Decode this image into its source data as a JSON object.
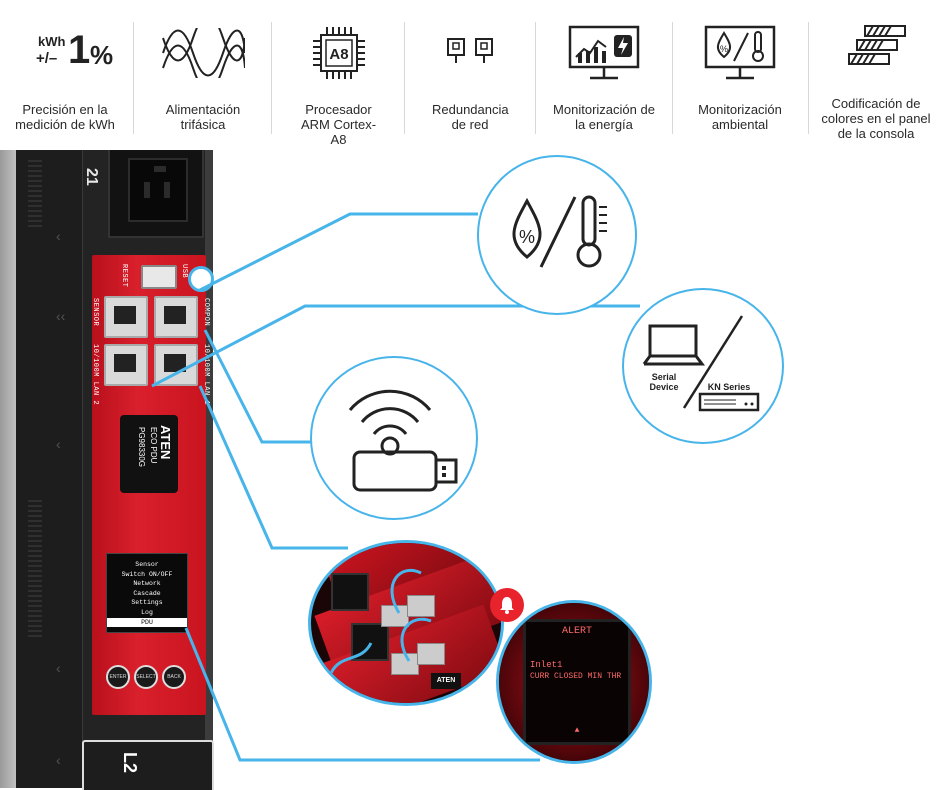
{
  "features": [
    {
      "icon": "kwh-accuracy-icon",
      "badge_top": "kWh",
      "badge_bottom": "+/–",
      "big": "1",
      "pct": "%",
      "label": "Precisión en la medición de kWh"
    },
    {
      "icon": "three-phase-icon",
      "label": "Alimentación trifásica"
    },
    {
      "icon": "cpu-chip-icon",
      "chip_text": "A8",
      "label": "Procesador ARM Cortex-A8"
    },
    {
      "icon": "network-redundancy-icon",
      "label": "Redundancia de red"
    },
    {
      "icon": "energy-monitor-icon",
      "label": "Monitorización de la energía"
    },
    {
      "icon": "environment-monitor-icon",
      "label": "Monitorización ambiental"
    },
    {
      "icon": "color-coding-icon",
      "label": "Codificación de colores en el panel de la consola"
    }
  ],
  "pdu": {
    "outlet_number": "21",
    "bank_label": "L2",
    "reset_label": "RESET",
    "usb_label": "USB",
    "sensor_label": "SENSOR",
    "lan2_label": "10/100M LAN 2",
    "lan1_label": "10/100M LAN 1",
    "compon_label": "COMPON",
    "brand": "ATEN",
    "series": "ECO PDU",
    "model": "PG98330G",
    "menu": [
      "Sensor",
      "Switch ON/OFF",
      "Network",
      "Cascade",
      "Settings",
      "Log",
      "PDU"
    ],
    "menu_selected": "PDU",
    "buttons": [
      "ENTER",
      "SELECT",
      "BACK"
    ]
  },
  "callouts": {
    "serial_device": "Serial Device",
    "kn_series": "KN Series",
    "alert": {
      "title": "ALERT",
      "line1": "Inlet1",
      "line2": "CURR CLOSED MIN THR",
      "footer": "▲"
    }
  },
  "colors": {
    "accent": "#47b4ea",
    "pdu_red": "#d9202c",
    "alert_red": "#e8232b"
  }
}
